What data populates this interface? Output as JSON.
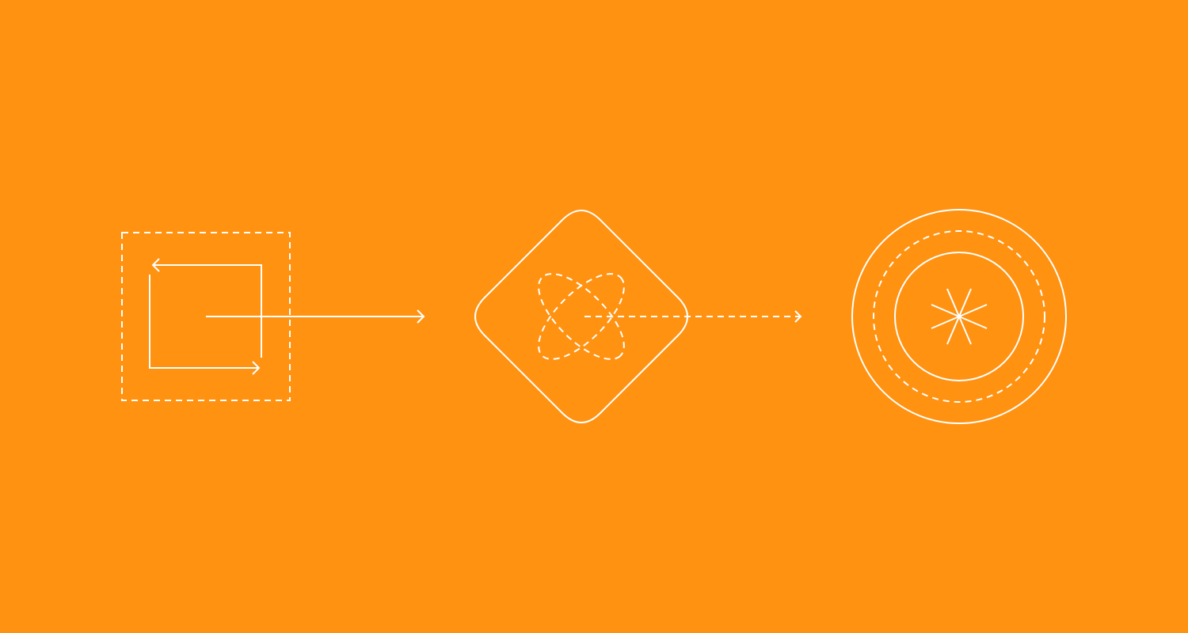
{
  "background_color": "#FF9211",
  "stroke_color": "#FFFFFF",
  "nodes": [
    {
      "shape": "dashed-square",
      "icon": "rotate-arrows-icon"
    },
    {
      "shape": "rounded-diamond",
      "icon": "dashed-orbit-icon"
    },
    {
      "shape": "concentric-circles",
      "icon": "asterisk-icon"
    }
  ],
  "connectors": [
    {
      "from": "dashed-square",
      "to": "rounded-diamond",
      "style": "solid"
    },
    {
      "from": "rounded-diamond",
      "to": "concentric-circles",
      "style": "dashed"
    }
  ]
}
